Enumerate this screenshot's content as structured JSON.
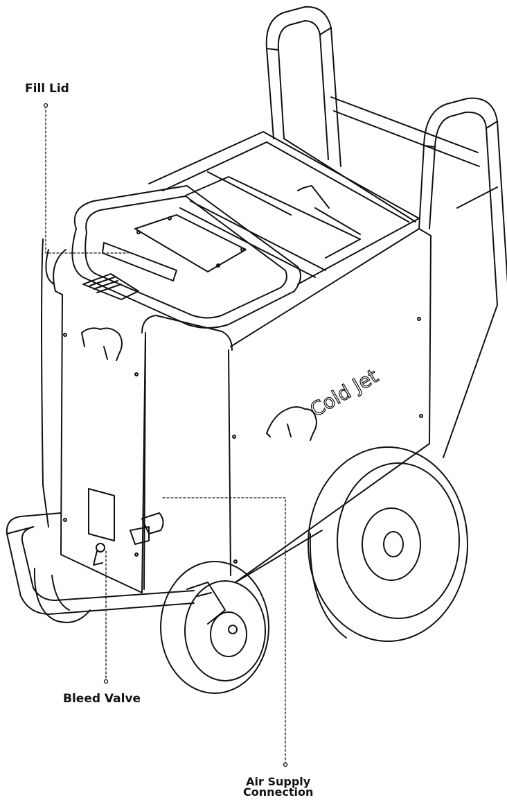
{
  "callouts": {
    "fill_lid": "Fill Lid",
    "bleed_valve": "Bleed Valve",
    "air_supply_line1": "Air Supply",
    "air_supply_line2": "Connection"
  },
  "machine": {
    "brand_text": "Cold Jet",
    "brand_icon": "elephant-logo-icon"
  },
  "colors": {
    "ink": "#111111",
    "background": "#ffffff"
  }
}
